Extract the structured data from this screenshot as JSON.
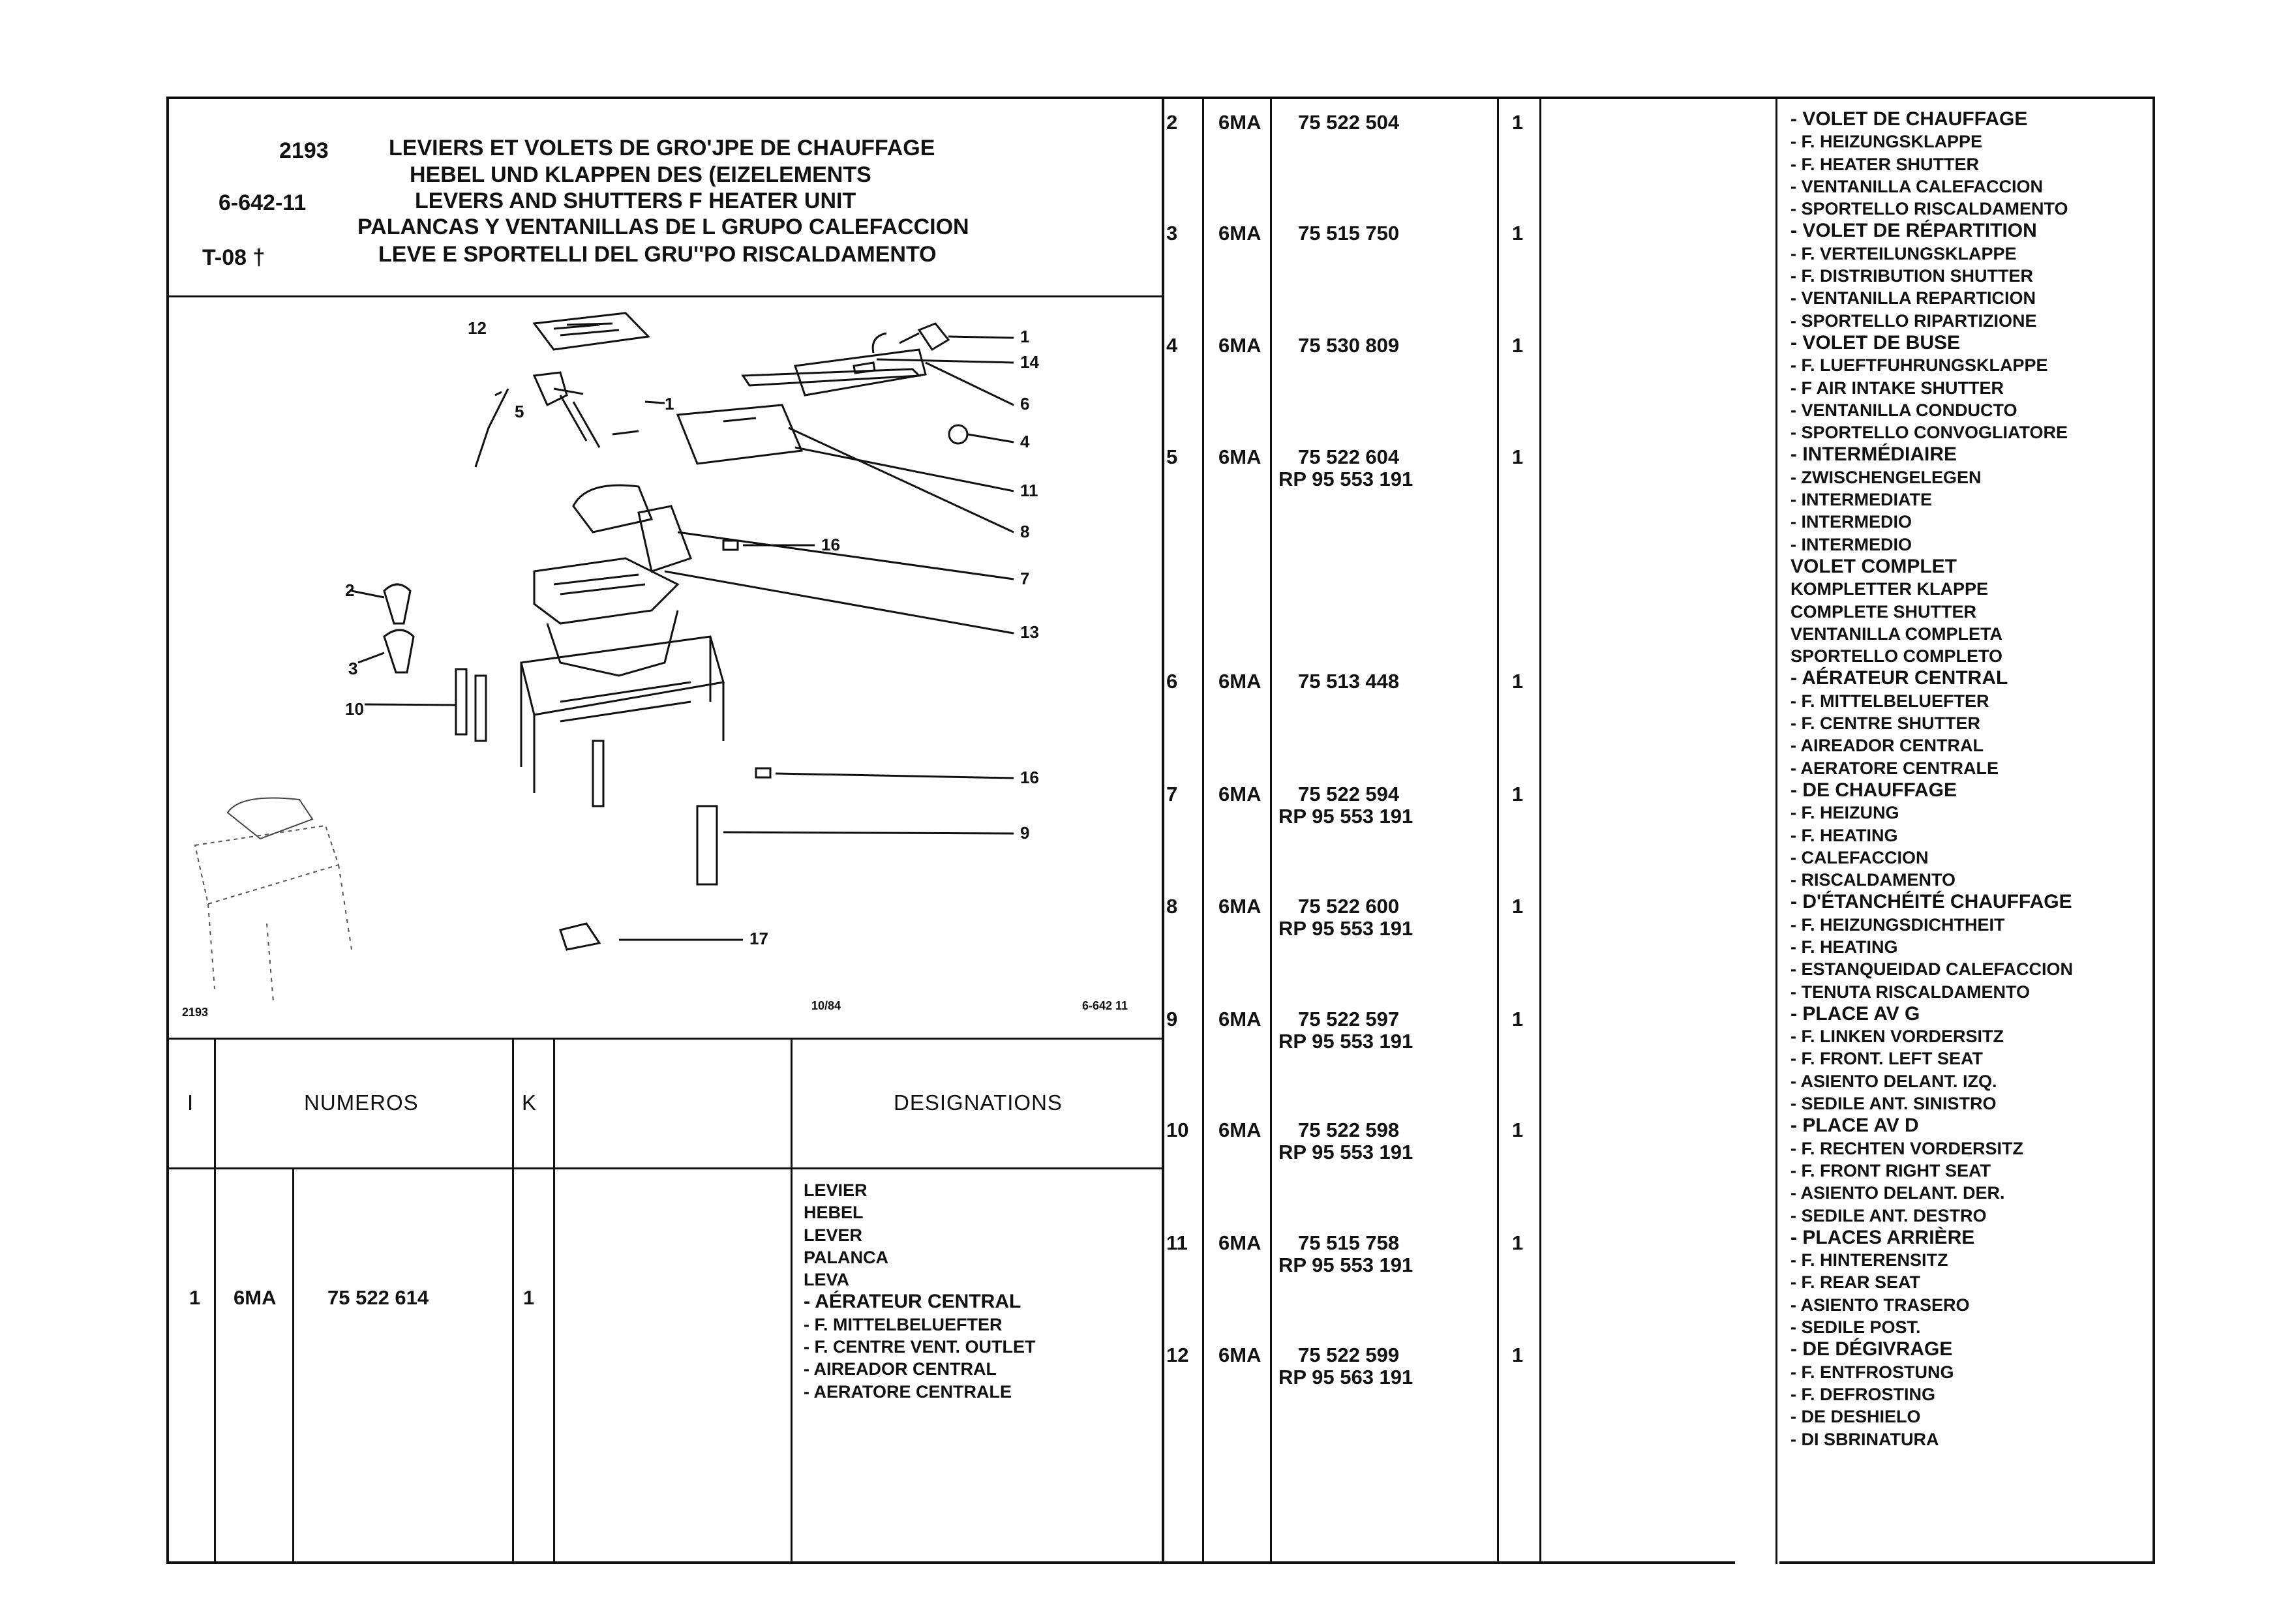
{
  "header": {
    "code": "2193",
    "ref": "6-642-11",
    "tcode": "T-08",
    "titles": [
      "LEVIERS ET VOLETS DE GRO'JPE DE CHAUFFAGE",
      "HEBEL UND KLAPPEN DES (EIZELEMENTS",
      "LEVERS AND SHUTTERS F HEATER UNIT",
      "PALANCAS Y VENTANILLAS DE L GRUPO CALEFACCION",
      "LEVE E SPORTELLI DEL GRU''PO RISCALDAMENTO"
    ]
  },
  "diagram": {
    "callouts": [
      "1",
      "2",
      "3",
      "4",
      "5",
      "6",
      "7",
      "8",
      "9",
      "10",
      "11",
      "12",
      "13",
      "14",
      "16",
      "16",
      "17",
      "1"
    ],
    "footer_left": "2193",
    "footer_date": "10/84",
    "footer_ref": "6-642 11"
  },
  "table_header": {
    "col_i": "I",
    "col_numeros": "NUMEROS",
    "col_k": "K",
    "col_designations": "DESIGNATIONS"
  },
  "row1": {
    "i": "1",
    "code": "6MA",
    "number": "75 522 614",
    "k": "1",
    "designation": [
      "LEVIER",
      "HEBEL",
      "LEVER",
      "PALANCA",
      "LEVA",
      "- AÉRATEUR CENTRAL",
      "- F. MITTELBELUEFTER",
      "- F. CENTRE VENT. OUTLET",
      "- AIREADOR CENTRAL",
      "- AERATORE CENTRALE"
    ]
  },
  "parts": [
    {
      "i": "2",
      "code": "6MA",
      "number": "75 522 504",
      "rp": "",
      "k": "1"
    },
    {
      "i": "3",
      "code": "6MA",
      "number": "75 515 750",
      "rp": "",
      "k": "1"
    },
    {
      "i": "4",
      "code": "6MA",
      "number": "75 530 809",
      "rp": "",
      "k": "1"
    },
    {
      "i": "5",
      "code": "6MA",
      "number": "75 522 604",
      "rp": "RP 95 553 191",
      "k": "1"
    },
    {
      "i": "6",
      "code": "6MA",
      "number": "75 513 448",
      "rp": "",
      "k": "1"
    },
    {
      "i": "7",
      "code": "6MA",
      "number": "75 522 594",
      "rp": "RP 95 553 191",
      "k": "1"
    },
    {
      "i": "8",
      "code": "6MA",
      "number": "75 522 600",
      "rp": "RP 95 553 191",
      "k": "1"
    },
    {
      "i": "9",
      "code": "6MA",
      "number": "75 522 597",
      "rp": "RP 95 553 191",
      "k": "1"
    },
    {
      "i": "10",
      "code": "6MA",
      "number": "75 522 598",
      "rp": "RP 95 553 191",
      "k": "1"
    },
    {
      "i": "11",
      "code": "6MA",
      "number": "75 515 758",
      "rp": "RP 95 553 191",
      "k": "1"
    },
    {
      "i": "12",
      "code": "6MA",
      "number": "75 522 599",
      "rp": "RP 95 563 191",
      "k": "1"
    }
  ],
  "designations": [
    "- VOLET DE CHAUFFAGE",
    "- F. HEIZUNGSKLAPPE",
    "- F. HEATER SHUTTER",
    "- VENTANILLA CALEFACCION",
    "- SPORTELLO RISCALDAMENTO",
    "- VOLET DE RÉPARTITION",
    "- F. VERTEILUNGSKLAPPE",
    "- F. DISTRIBUTION SHUTTER",
    "- VENTANILLA REPARTICION",
    "- SPORTELLO RIPARTIZIONE",
    "- VOLET DE BUSE",
    "- F. LUEFTFUHRUNGSKLAPPE",
    "- F AIR INTAKE SHUTTER",
    "- VENTANILLA CONDUCTO",
    "- SPORTELLO CONVOGLIATORE",
    "- INTERMÉDIAIRE",
    "- ZWISCHENGELEGEN",
    "- INTERMEDIATE",
    "- INTERMEDIO",
    "- INTERMEDIO",
    "VOLET COMPLET",
    "KOMPLETTER KLAPPE",
    "COMPLETE SHUTTER",
    "VENTANILLA COMPLETA",
    "SPORTELLO COMPLETO",
    "- AÉRATEUR CENTRAL",
    "- F. MITTELBELUEFTER",
    "- F. CENTRE SHUTTER",
    "- AIREADOR CENTRAL",
    "- AERATORE CENTRALE",
    "- DE CHAUFFAGE",
    "- F. HEIZUNG",
    "- F. HEATING",
    "- CALEFACCION",
    "- RISCALDAMENTO",
    "- D'ÉTANCHÉITÉ CHAUFFAGE",
    "- F. HEIZUNGSDICHTHEIT",
    "- F. HEATING",
    "- ESTANQUEIDAD CALEFACCION",
    "- TENUTA RISCALDAMENTO",
    "- PLACE AV G",
    "- F. LINKEN VORDERSITZ",
    "- F. FRONT. LEFT SEAT",
    "- ASIENTO DELANT. IZQ.",
    "- SEDILE ANT. SINISTRO",
    "- PLACE AV D",
    "- F. RECHTEN VORDERSITZ",
    "- F. FRONT RIGHT SEAT",
    "- ASIENTO DELANT. DER.",
    "- SEDILE ANT. DESTRO",
    "- PLACES ARRIÈRE",
    "- F. HINTERENSITZ",
    "- F. REAR SEAT",
    "- ASIENTO TRASERO",
    "- SEDILE POST.",
    "- DE DÉGIVRAGE",
    "- F. ENTFROSTUNG",
    "- F. DEFROSTING",
    "- DE DESHIELO",
    "- DI SBRINATURA"
  ]
}
